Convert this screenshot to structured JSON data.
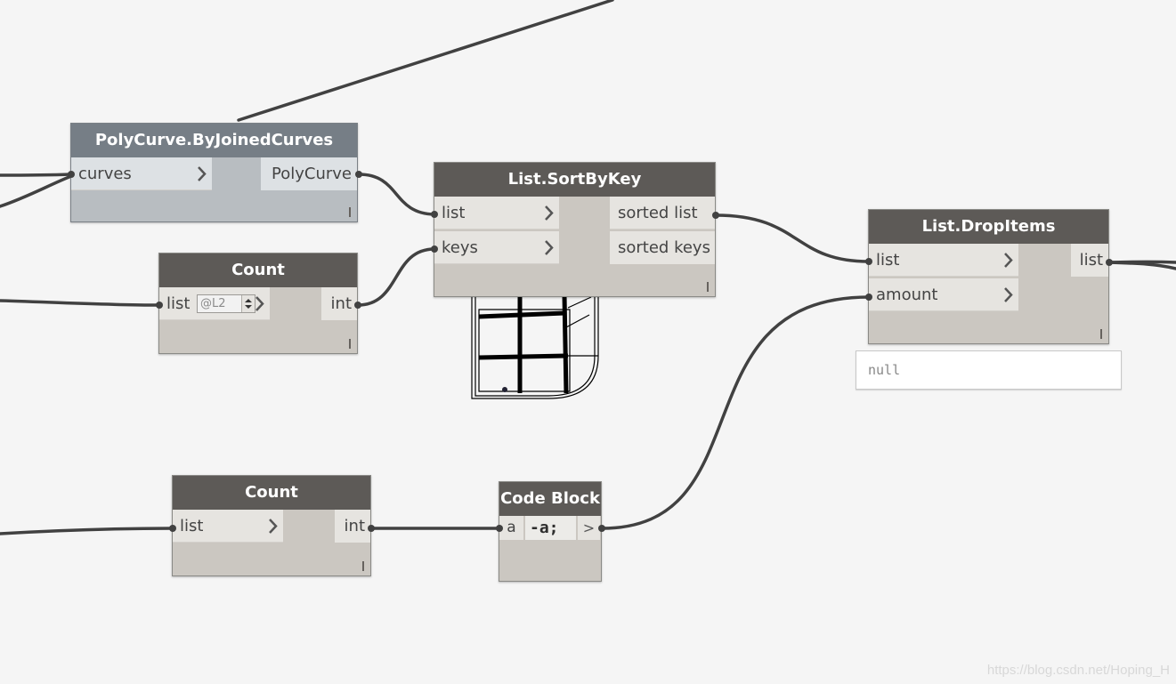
{
  "nodes": {
    "polycurve": {
      "title": "PolyCurve.ByJoinedCurves",
      "in": [
        "curves"
      ],
      "out": [
        "PolyCurve"
      ]
    },
    "count1": {
      "title": "Count",
      "in": [
        "list"
      ],
      "out": [
        "int"
      ],
      "level": "@L2"
    },
    "sortbykey": {
      "title": "List.SortByKey",
      "in": [
        "list",
        "keys"
      ],
      "out": [
        "sorted list",
        "sorted keys"
      ]
    },
    "dropitems": {
      "title": "List.DropItems",
      "in": [
        "list",
        "amount"
      ],
      "out": [
        "list"
      ],
      "preview": "null"
    },
    "count2": {
      "title": "Count",
      "in": [
        "list"
      ],
      "out": [
        "int"
      ]
    },
    "codeblock": {
      "title": "Code Block",
      "input": "a",
      "code": "-a;",
      "out": ">"
    }
  },
  "watermark": "https://blog.csdn.net/Hoping_H",
  "colors": {
    "canvas": "#f5f5f5",
    "node_header": "#5d5a57",
    "frozen_header": "#767e86",
    "wire": "#414141"
  }
}
